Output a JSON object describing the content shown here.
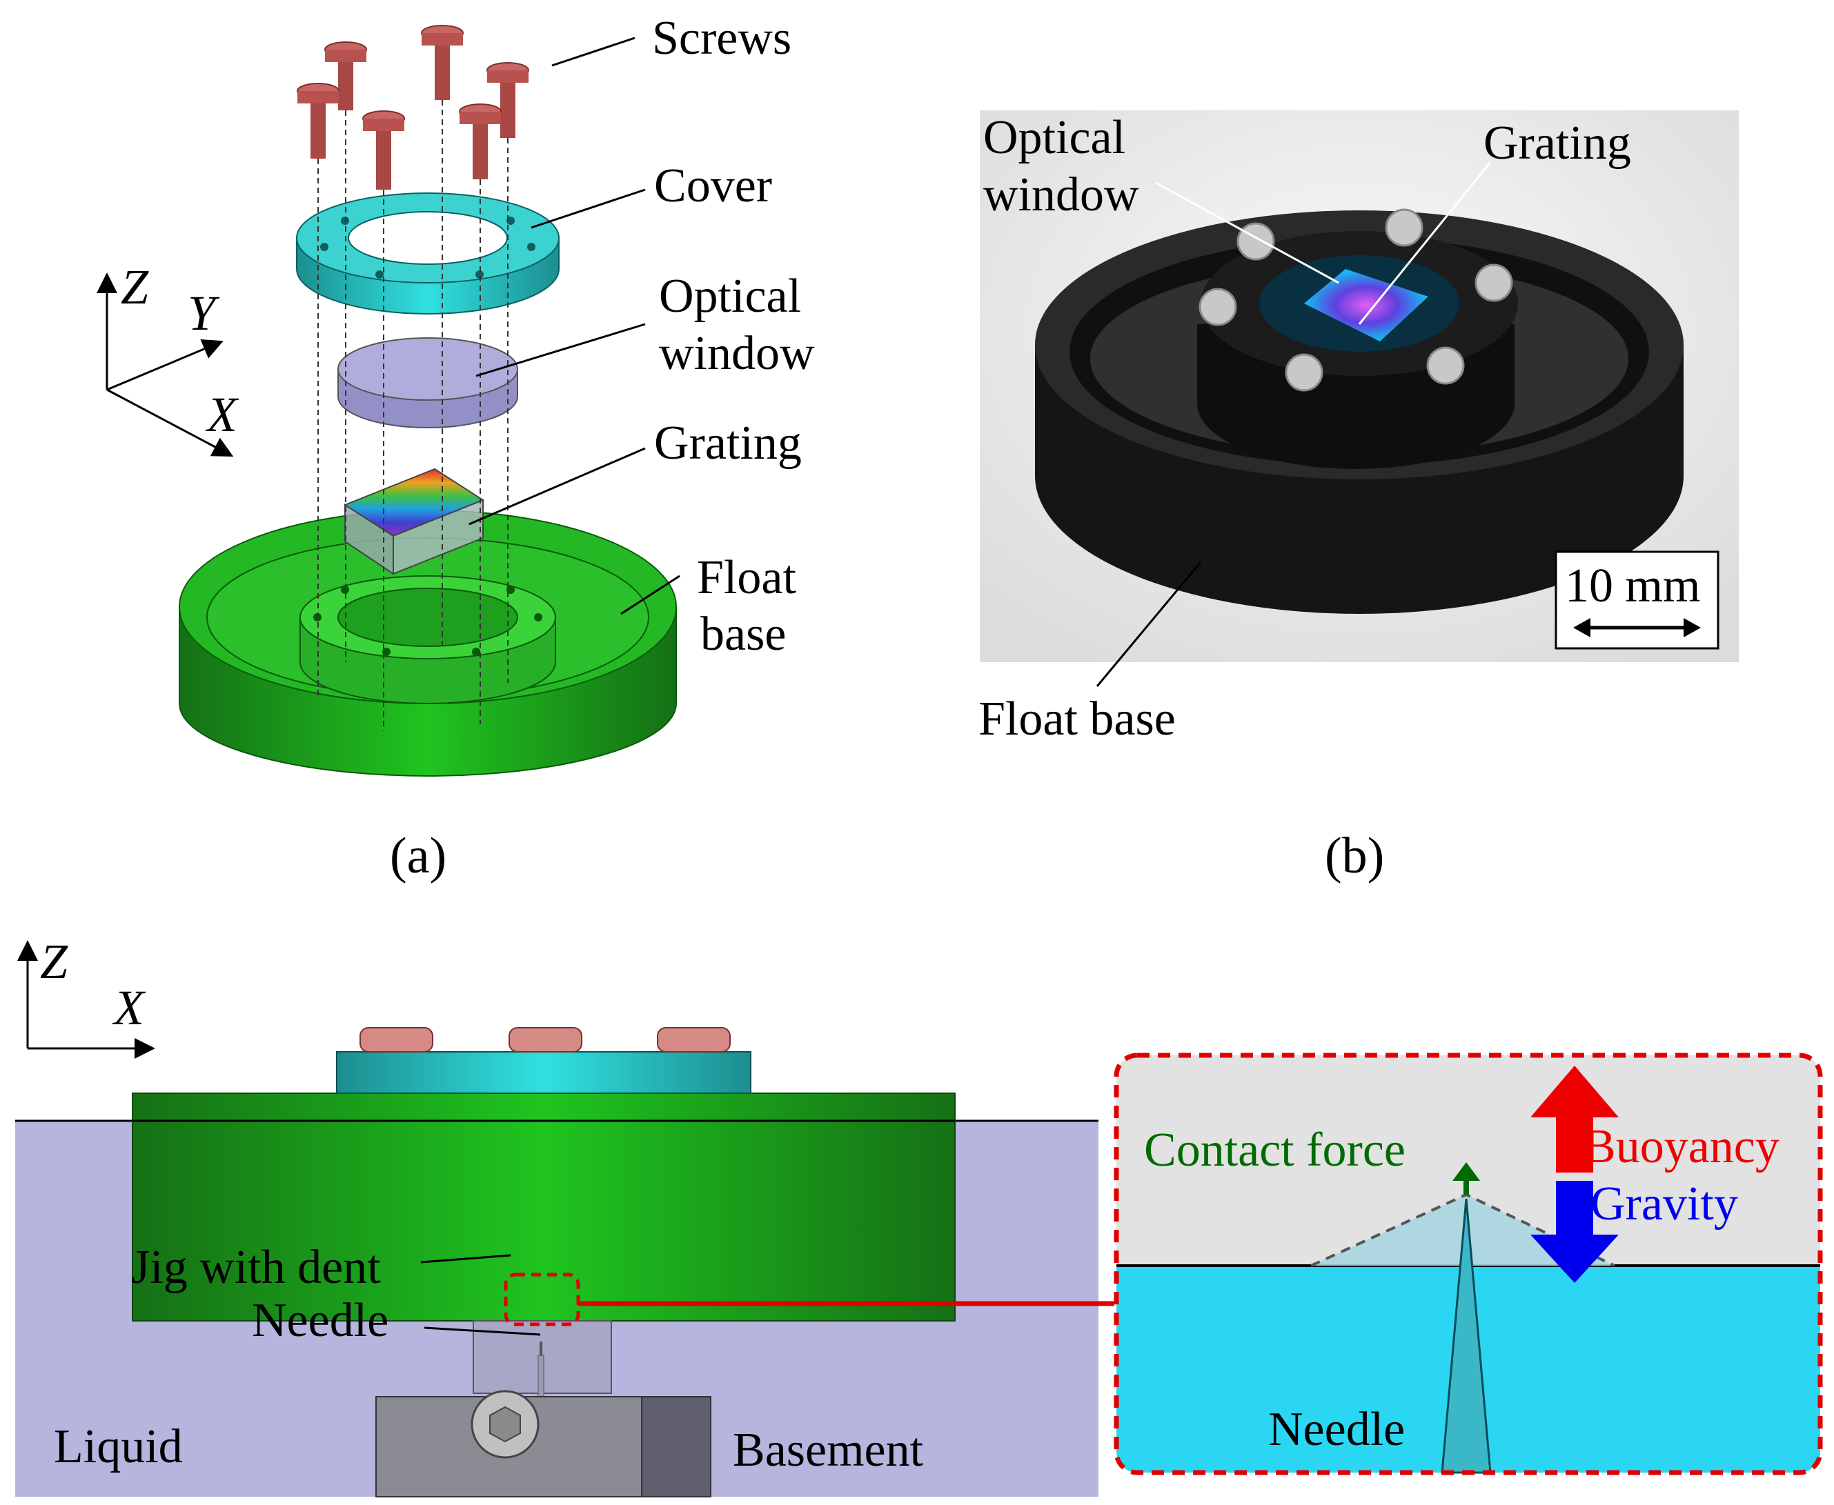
{
  "panel_a": {
    "labels": {
      "screws": "Screws",
      "cover": "Cover",
      "optical_window_1": "Optical",
      "optical_window_2": "window",
      "grating": "Grating",
      "float_base_1": "Float",
      "float_base_2": "base"
    },
    "axes": {
      "z": "Z",
      "y": "Y",
      "x": "X"
    },
    "caption": "(a)"
  },
  "panel_b": {
    "labels": {
      "optical_window_1": "Optical",
      "optical_window_2": "window",
      "grating": "Grating",
      "float_base": "Float base",
      "scale": "10 mm"
    },
    "caption": "(b)"
  },
  "panel_c": {
    "axes": {
      "z": "Z",
      "x": "X"
    },
    "labels": {
      "jig": "Jig with dent",
      "needle": "Needle",
      "liquid": "Liquid",
      "basement": "Basement"
    },
    "inset": {
      "contact_force": "Contact force",
      "buoyancy": "Buoyancy",
      "gravity": "Gravity",
      "needle": "Needle"
    }
  },
  "colors": {
    "green": "#22c422",
    "teal": "#2fc9c4",
    "screw": "#b8524f",
    "window": "#a9a6d6",
    "liquid": "#b6b5de",
    "inset_liquid": "#2bd6f2",
    "buoyancy": "#ee0000",
    "gravity": "#0000ee",
    "contact": "#006b00"
  }
}
